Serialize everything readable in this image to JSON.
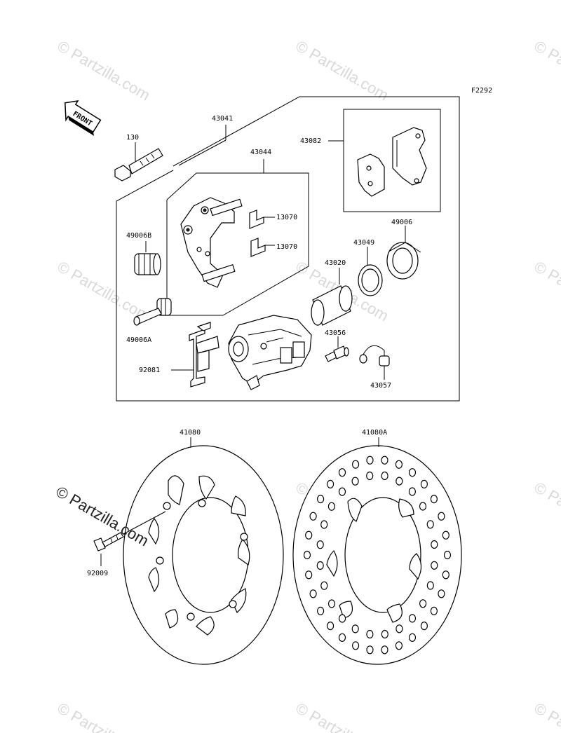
{
  "diagram": {
    "figure_code": "F2292",
    "front_label": "FRONT",
    "parts": {
      "p43041": "43041",
      "p130": "130",
      "p43044": "43044",
      "p43082": "43082",
      "p13070a": "13070",
      "p13070b": "13070",
      "p49006B": "49006B",
      "p49006": "49006",
      "p43049": "43049",
      "p43020": "43020",
      "p49006A": "49006A",
      "p43056": "43056",
      "p92081": "92081",
      "p43057": "43057",
      "p41080": "41080",
      "p41080A": "41080A",
      "p92009": "92009"
    }
  },
  "watermark": {
    "text": "© Partzilla.com",
    "main_text": "© Partzilla.com"
  }
}
